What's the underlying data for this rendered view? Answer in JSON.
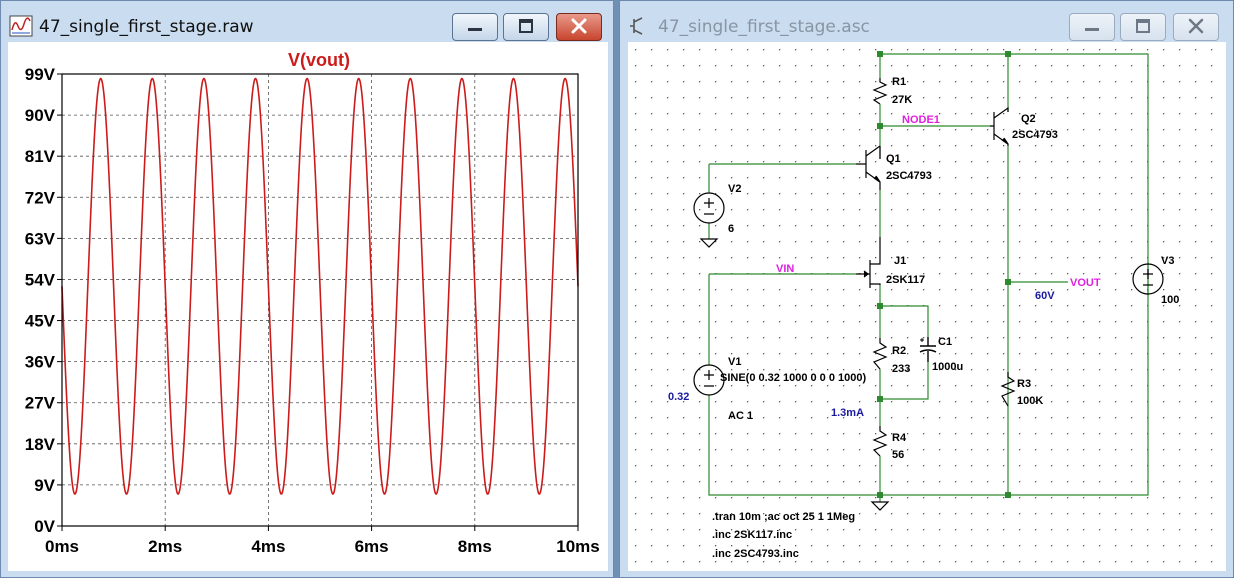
{
  "plot_window": {
    "title": "47_single_first_stage.raw",
    "trace_label": "V(vout)",
    "trace_color": "#cc1b1b",
    "y_ticks": [
      "99V",
      "90V",
      "81V",
      "72V",
      "63V",
      "54V",
      "45V",
      "36V",
      "27V",
      "18V",
      "9V",
      "0V"
    ],
    "x_ticks": [
      "0ms",
      "2ms",
      "4ms",
      "6ms",
      "8ms",
      "10ms"
    ]
  },
  "chart_data": {
    "type": "line",
    "title": "V(vout)",
    "xlabel": "",
    "ylabel": "",
    "x_unit": "ms",
    "y_unit": "V",
    "xlim": [
      0,
      10
    ],
    "ylim": [
      0,
      99
    ],
    "grid": true,
    "series": [
      {
        "name": "V(vout)",
        "frequency_hz": 1000,
        "offset_v": 52.5,
        "amplitude_v": 45.5,
        "peak_v": 98,
        "trough_v": 7,
        "phase_deg": 180
      }
    ]
  },
  "schematic_window": {
    "title": "47_single_first_stage.asc",
    "components": {
      "R1": {
        "name": "R1",
        "value": "27K"
      },
      "R2": {
        "name": "R2",
        "value": "233"
      },
      "R3": {
        "name": "R3",
        "value": "100K"
      },
      "R4": {
        "name": "R4",
        "value": "56"
      },
      "C1": {
        "name": "C1",
        "value": "1000u"
      },
      "Q1": {
        "name": "Q1",
        "value": "2SC4793"
      },
      "Q2": {
        "name": "Q2",
        "value": "2SC4793"
      },
      "J1": {
        "name": "J1",
        "value": "2SK117"
      },
      "V1": {
        "name": "V1",
        "value": "SINE(0 0.32 1000 0 0 0 1000)",
        "ac": "AC 1"
      },
      "V2": {
        "name": "V2",
        "value": "6"
      },
      "V3": {
        "name": "V3",
        "value": "100"
      }
    },
    "net_labels": {
      "node1": "NODE1",
      "vin": "VIN",
      "vout": "VOUT"
    },
    "op_annotations": {
      "v1_dc": "0.32",
      "vout_dc": "60V",
      "current": "1.3mA"
    },
    "directives": [
      ".tran 10m ;ac oct 25 1 1Meg",
      ".inc 2SK117.inc",
      ".inc 2SC4793.inc"
    ],
    "colors": {
      "wire": "#2e8a2e",
      "component": "#000000",
      "net_label": "#e020e0",
      "annotation": "#1a1aa0"
    }
  }
}
